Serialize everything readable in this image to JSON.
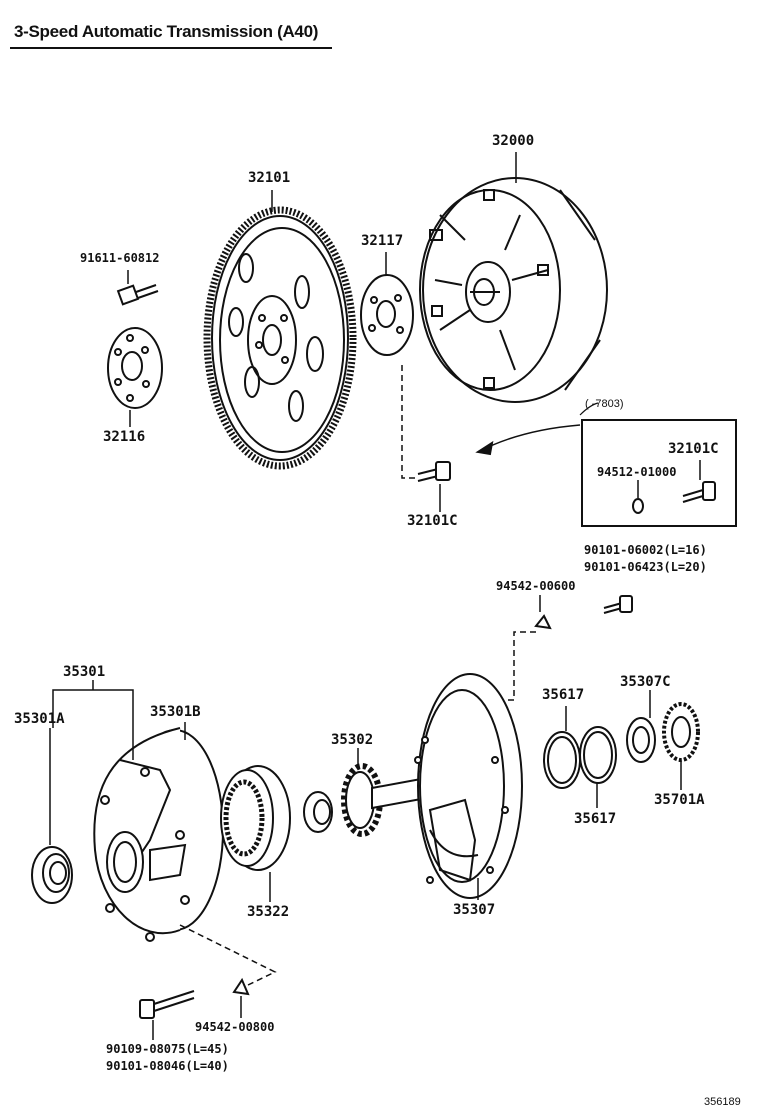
{
  "title": "3-Speed Automatic Transmission (A40)",
  "figure_number": "356189",
  "parts": {
    "p32000": "32000",
    "p32101": "32101",
    "p91611": "91611-60812",
    "p32117": "32117",
    "p32116": "32116",
    "p32101c_main": "32101C",
    "p32101c_inset": "32101C",
    "p94512": "94512-01000",
    "inset_note": "(      -7803)",
    "p90101_06002": "90101-06002(L=16)",
    "p90101_06423": "90101-06423(L=20)",
    "p94542_a": "94542-00600",
    "p35301": "35301",
    "p35301a": "35301A",
    "p35301b": "35301B",
    "p35302": "35302",
    "p35617_top": "35617",
    "p35617_bot": "35617",
    "p35307c": "35307C",
    "p35701a": "35701A",
    "p35322": "35322",
    "p35307": "35307",
    "p94542_b": "94542-00800",
    "p90109": "90109-08075(L=45)",
    "p90101_08046": "90101-08046(L=40)"
  }
}
